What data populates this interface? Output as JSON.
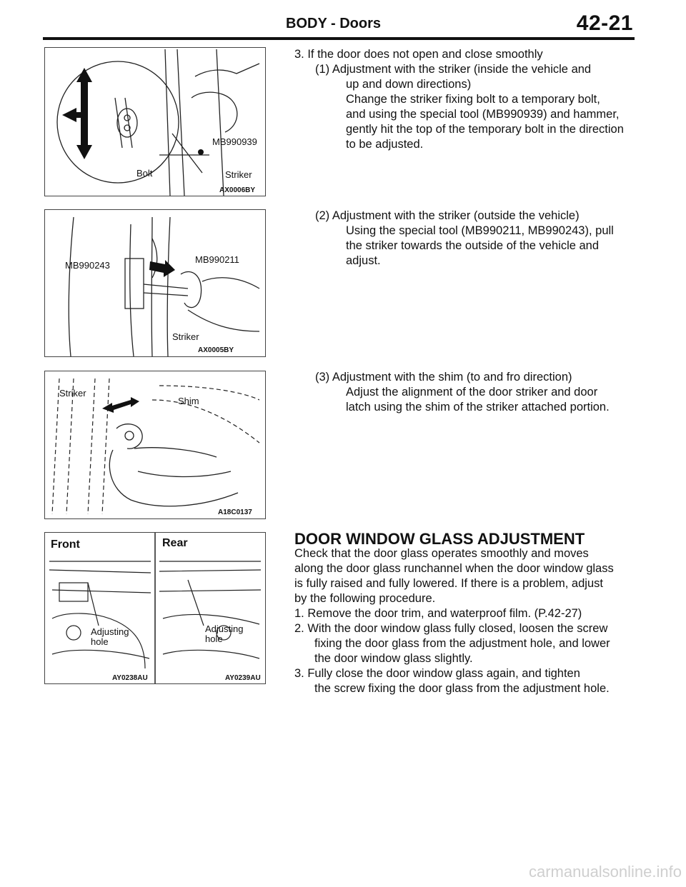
{
  "header": {
    "title": "BODY - Doors",
    "page_number": "42-21"
  },
  "figures": [
    {
      "code": "AX0006BY",
      "labels": [
        "MB990939",
        "Bolt",
        "Striker"
      ]
    },
    {
      "code": "AX0005BY",
      "labels": [
        "MB990243",
        "MB990211",
        "Striker"
      ]
    },
    {
      "code": "A18C0137",
      "labels": [
        "Striker",
        "Shim"
      ]
    },
    {
      "codes": [
        "AY0238AU",
        "AY0239AU"
      ],
      "labels": [
        "Front",
        "Rear",
        "Adjusting hole",
        "Adjusting hole"
      ]
    }
  ],
  "sections": [
    {
      "lines": [
        "3.  If the door does not open and close smoothly",
        "(1)  Adjustment  with  the  striker  (inside  the  vehicle  and",
        "up  and  down  directions)",
        "Change  the  striker  fixing  bolt  to  a  temporary  bolt,",
        "and using the special tool (MB990939) and hammer,",
        "gently hit the top of the temporary bolt in the direction",
        "to  be  adjusted."
      ]
    },
    {
      "lines": [
        "(2)  Adjustment  with  the  striker  (outside  the  vehicle)",
        "Using  the  special  tool  (MB990211,  MB990243),  pull",
        "the  striker  towards  the  outside  of  the  vehicle  and",
        "adjust."
      ]
    },
    {
      "lines": [
        "(3)  Adjustment  with  the  shim  (to  and  fro  direction)",
        "Adjust  the  alignment  of  the  door  striker  and  door",
        "latch  using  the  shim  of  the  striker  attached  portion."
      ]
    },
    {
      "heading": "DOOR WINDOW GLASS ADJUSTMENT",
      "lines": [
        "Check  that  the  door  glass  operates  smoothly  and  moves",
        "along the door glass runchannel when the door window glass",
        "is fully raised and fully lowered. If there is a problem, adjust",
        "by  the  following  procedure.",
        "1.  Remove  the  door  trim,  and  waterproof  film.  (P.42-27)",
        "2.  With the door window glass fully closed, loosen the screw",
        "fixing the door glass from the adjustment hole, and lower",
        "the  door  window  glass  slightly.",
        "3.  Fully  close  the  door  window  glass  again,  and  tighten",
        "the screw fixing the door glass from the adjustment hole."
      ]
    }
  ],
  "watermark": "carmanualsonline.info"
}
